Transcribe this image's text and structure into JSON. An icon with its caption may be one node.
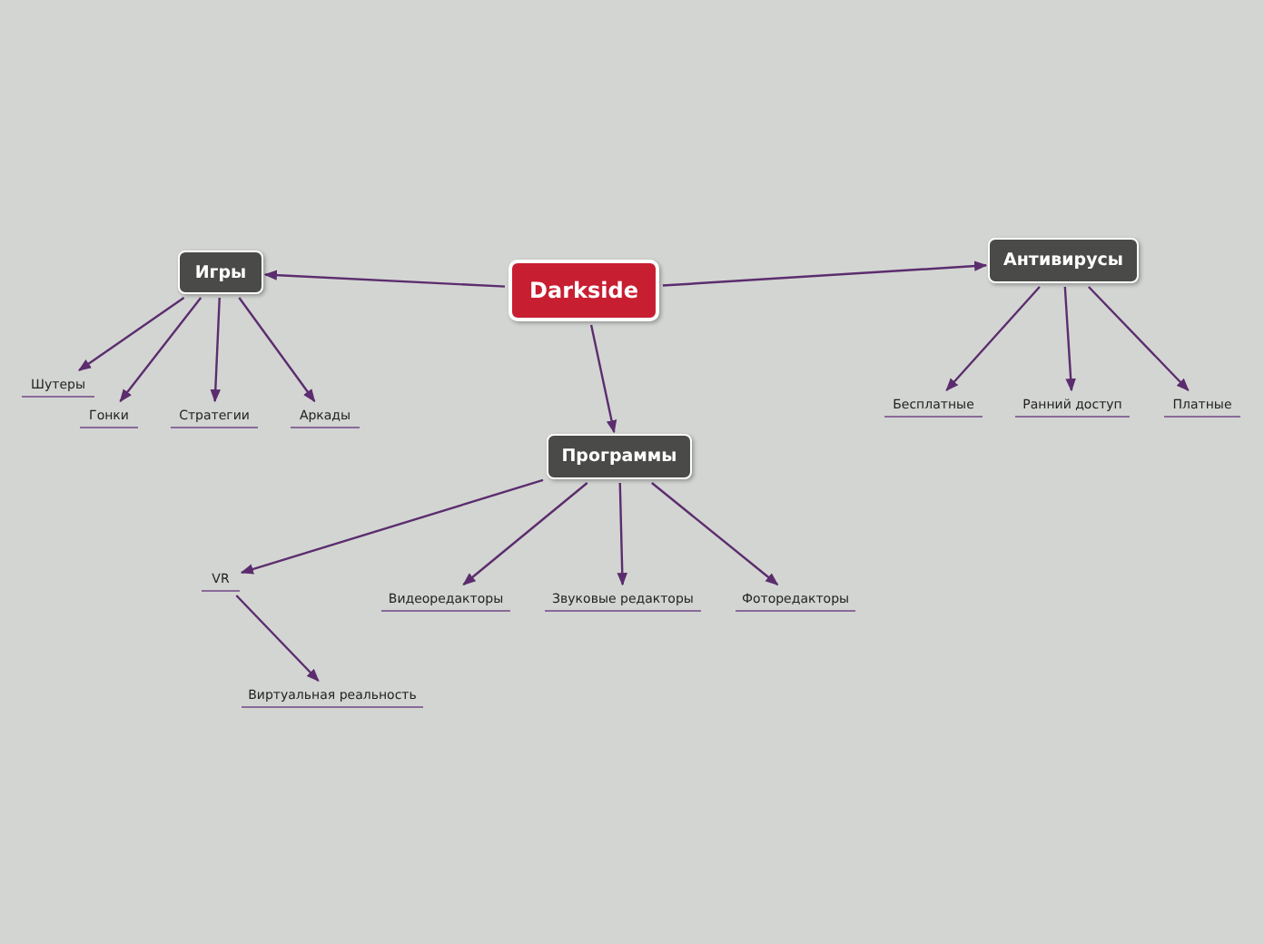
{
  "diagram": {
    "nodes": [
      {
        "text": [
          "Darkside"
        ]
      },
      {
        "text": [
          "Игры"
        ]
      },
      {
        "text": [
          "Антивирусы"
        ]
      },
      {
        "text": [
          "Программы"
        ]
      },
      {
        "text": [
          "Шутеры"
        ]
      },
      {
        "text": [
          "Гонки"
        ]
      },
      {
        "text": [
          "Стратегии"
        ]
      },
      {
        "text": [
          "Аркады"
        ]
      },
      {
        "text": [
          "Бесплатные"
        ]
      },
      {
        "text": [
          "Ранний доступ"
        ]
      },
      {
        "text": [
          "Платные"
        ]
      },
      {
        "text": [
          "VR"
        ]
      },
      {
        "text": [
          "Видеоредакторы"
        ]
      },
      {
        "text": [
          "Звуковые редакторы"
        ]
      },
      {
        "text": [
          "Фоторедакторы"
        ]
      },
      {
        "text": [
          "Виртуальная реальность"
        ]
      }
    ],
    "edges": [
      {
        "from": 0,
        "to": 1,
        "arrow": "to"
      },
      {
        "from": 0,
        "to": 2,
        "arrow": "to"
      },
      {
        "from": 0,
        "to": 3,
        "arrow": "to"
      },
      {
        "from": 1,
        "to": 4,
        "arrow": "to"
      },
      {
        "from": 1,
        "to": 5,
        "arrow": "to"
      },
      {
        "from": 1,
        "to": 6,
        "arrow": "to"
      },
      {
        "from": 1,
        "to": 7,
        "arrow": "to"
      },
      {
        "from": 2,
        "to": 8,
        "arrow": "to"
      },
      {
        "from": 2,
        "to": 9,
        "arrow": "to"
      },
      {
        "from": 2,
        "to": 10,
        "arrow": "to"
      },
      {
        "from": 3,
        "to": 11,
        "arrow": "to"
      },
      {
        "from": 3,
        "to": 12,
        "arrow": "to"
      },
      {
        "from": 3,
        "to": 13,
        "arrow": "to"
      },
      {
        "from": 3,
        "to": 14,
        "arrow": "to"
      },
      {
        "from": 11,
        "to": 15,
        "arrow": "to"
      }
    ]
  }
}
